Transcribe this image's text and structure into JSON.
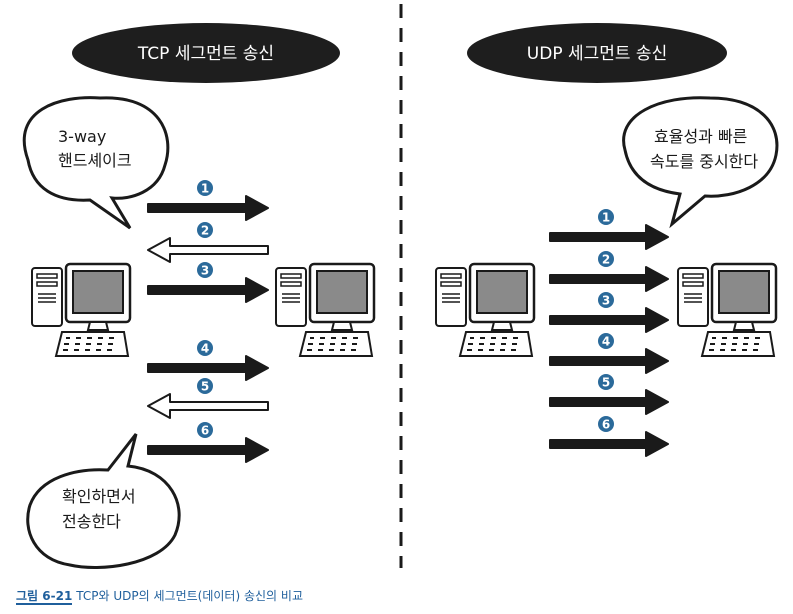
{
  "tcp": {
    "title": "TCP 세그먼트 송신",
    "bubble_top": [
      "3-way",
      "핸드셰이크"
    ],
    "bubble_bottom": [
      "확인하면서",
      "전송한다"
    ],
    "arrows": [
      {
        "num": "1",
        "dir": "right"
      },
      {
        "num": "2",
        "dir": "left"
      },
      {
        "num": "3",
        "dir": "right"
      },
      {
        "num": "4",
        "dir": "right"
      },
      {
        "num": "5",
        "dir": "left"
      },
      {
        "num": "6",
        "dir": "right"
      }
    ]
  },
  "udp": {
    "title": "UDP 세그먼트 송신",
    "bubble_top": [
      "효율성과 빠른",
      "속도를 중시한다"
    ],
    "arrows": [
      {
        "num": "1",
        "dir": "right"
      },
      {
        "num": "2",
        "dir": "right"
      },
      {
        "num": "3",
        "dir": "right"
      },
      {
        "num": "4",
        "dir": "right"
      },
      {
        "num": "5",
        "dir": "right"
      },
      {
        "num": "6",
        "dir": "right"
      }
    ]
  },
  "caption": {
    "figure": "그림 6-21",
    "text": "TCP와 UDP의 세그먼트(데이터) 송신의 비교"
  },
  "colors": {
    "banner": "#1e1e1e",
    "badge": "#2b6a9a",
    "ink": "#1a1a1a",
    "screen": "#8a8a8a",
    "caption": "#1f5f9c"
  }
}
